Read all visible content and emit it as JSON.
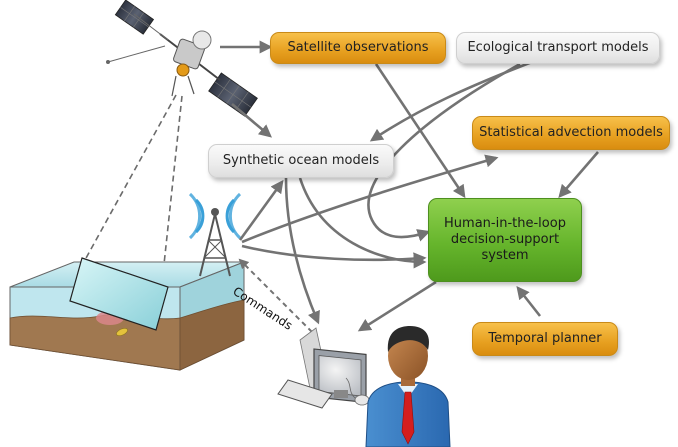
{
  "nodes": {
    "satellite_observations": "Satellite observations",
    "ecological_transport_models": "Ecological transport models",
    "statistical_advection_models": "Statistical advection models",
    "synthetic_ocean_models": "Synthetic ocean models",
    "decision_support": [
      "Human-in-the-loop",
      "decision-support",
      "system"
    ],
    "temporal_planner": "Temporal planner"
  },
  "labels": {
    "commands": "Commands"
  },
  "colors": {
    "orange_node": "#e7a020",
    "gray_node": "#ececec",
    "green_node": "#66b52c",
    "arrow": "#737373",
    "ocean_surface": "#b8e2ea",
    "seabed": "#a07850"
  },
  "icons": [
    "satellite-icon",
    "radio-tower-icon",
    "ocean-box-icon",
    "computer-icon",
    "person-icon"
  ]
}
